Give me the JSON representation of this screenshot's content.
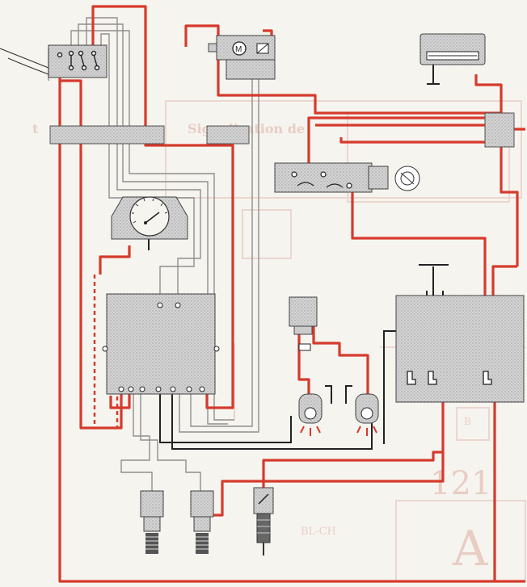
{
  "bleed_text": {
    "heading": "Signalisation de",
    "heading_suffix": "t",
    "page_no": "121",
    "code": "BL-CH",
    "marker": "A",
    "side_tag": "B"
  },
  "colors": {
    "wire_red": "#d63a2c",
    "wire_black": "#222222",
    "wire_gray": "#8f8f8f",
    "component_fill": "#cfcfcf",
    "bleed": "#e7c9c0"
  },
  "components": [
    {
      "id": "ignition-switch",
      "icon": "switch-icon"
    },
    {
      "id": "fan-motor-relay",
      "icon": "motor-icon"
    },
    {
      "id": "instrument-bulb",
      "icon": "lamp-icon"
    },
    {
      "id": "tachometer-gauge",
      "icon": "gauge-icon"
    },
    {
      "id": "control-unit",
      "icon": "module-icon"
    },
    {
      "id": "relay-block",
      "icon": "relay-icon"
    },
    {
      "id": "indicator-lamp-left",
      "icon": "bulb-icon"
    },
    {
      "id": "indicator-lamp-right",
      "icon": "bulb-icon"
    },
    {
      "id": "switch-panel",
      "icon": "switch-panel-icon"
    },
    {
      "id": "fuel-level-sender",
      "icon": "float-gauge-icon"
    },
    {
      "id": "sensor-left",
      "icon": "sensor-icon"
    },
    {
      "id": "sensor-right",
      "icon": "sensor-icon"
    },
    {
      "id": "spark-plug",
      "icon": "spark-plug-icon"
    }
  ]
}
